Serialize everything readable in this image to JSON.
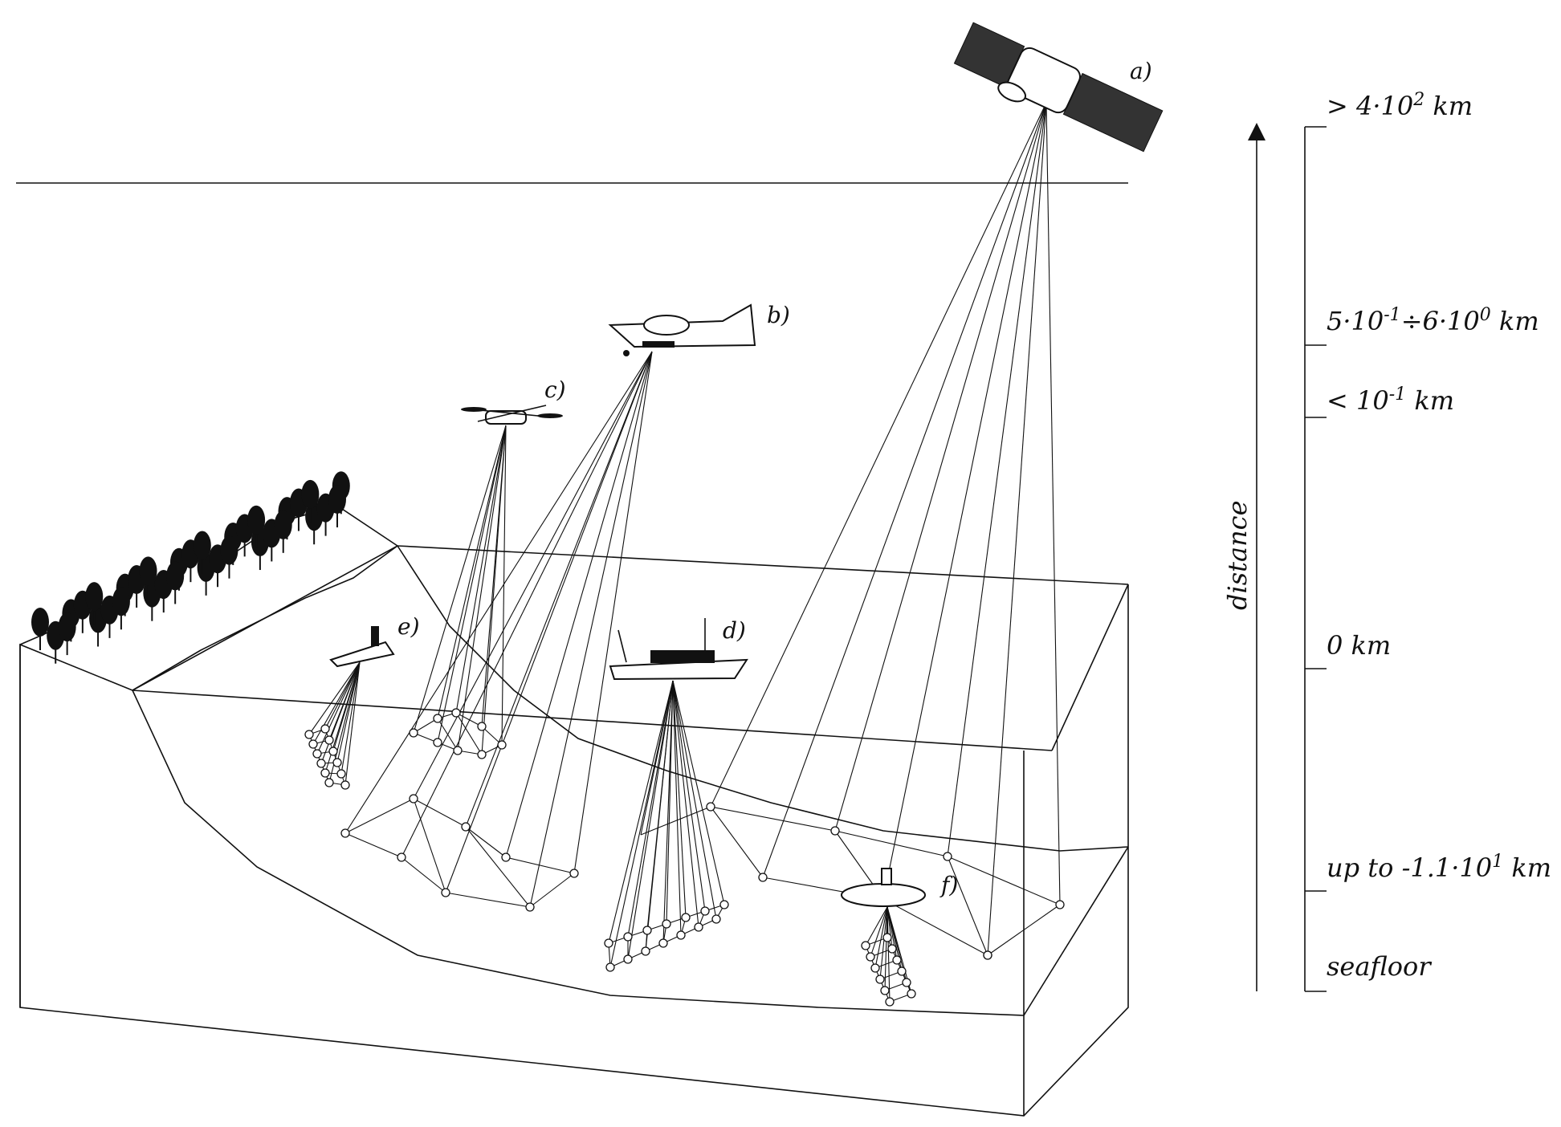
{
  "platforms": {
    "a": "a)",
    "b": "b)",
    "c": "c)",
    "d": "d)",
    "e": "e)",
    "f": "f)"
  },
  "scale": {
    "axis_label": "distance",
    "levels": [
      {
        "id": "satellite",
        "main": "> 4·10",
        "sup": "2",
        "unit": " km"
      },
      {
        "id": "aircraft",
        "main": "5·10",
        "sup": "-1",
        "mid": "÷6·10",
        "sup2": "0",
        "unit": " km"
      },
      {
        "id": "drone",
        "main": "< 10",
        "sup": "-1",
        "unit": " km"
      },
      {
        "id": "sea-level",
        "main": "0 km"
      },
      {
        "id": "submersible",
        "main": "up to -1.1·10",
        "sup": "1",
        "unit": " km"
      },
      {
        "id": "seafloor",
        "main": "seafloor"
      }
    ]
  },
  "colors": {
    "ink": "#111111",
    "paper": "#ffffff"
  }
}
